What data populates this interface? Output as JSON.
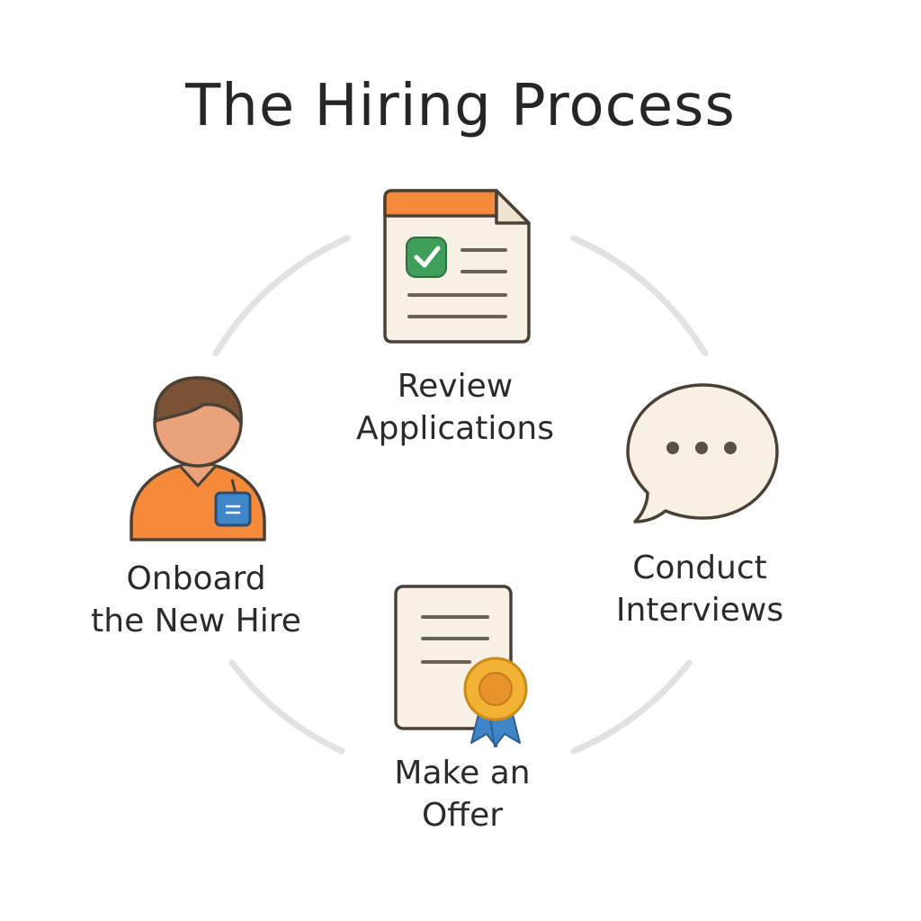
{
  "title": "The Hiring Process",
  "steps": [
    {
      "line1": "Review",
      "line2": "Applications",
      "icon": "document-checklist-icon"
    },
    {
      "line1": "Conduct",
      "line2": "Interviews",
      "icon": "speech-bubble-icon"
    },
    {
      "line1": "Make an",
      "line2": "Offer",
      "icon": "certificate-award-icon"
    },
    {
      "line1": "Onboard",
      "line2": "the New Hire",
      "icon": "person-badge-icon"
    }
  ],
  "colors": {
    "orange": "#F58A3A",
    "green": "#3E9E5A",
    "blue": "#3F86C9",
    "gold": "#F2B233",
    "paper": "#F7F1E5",
    "outline": "#4A4036",
    "arc": "#E2E2E2"
  }
}
